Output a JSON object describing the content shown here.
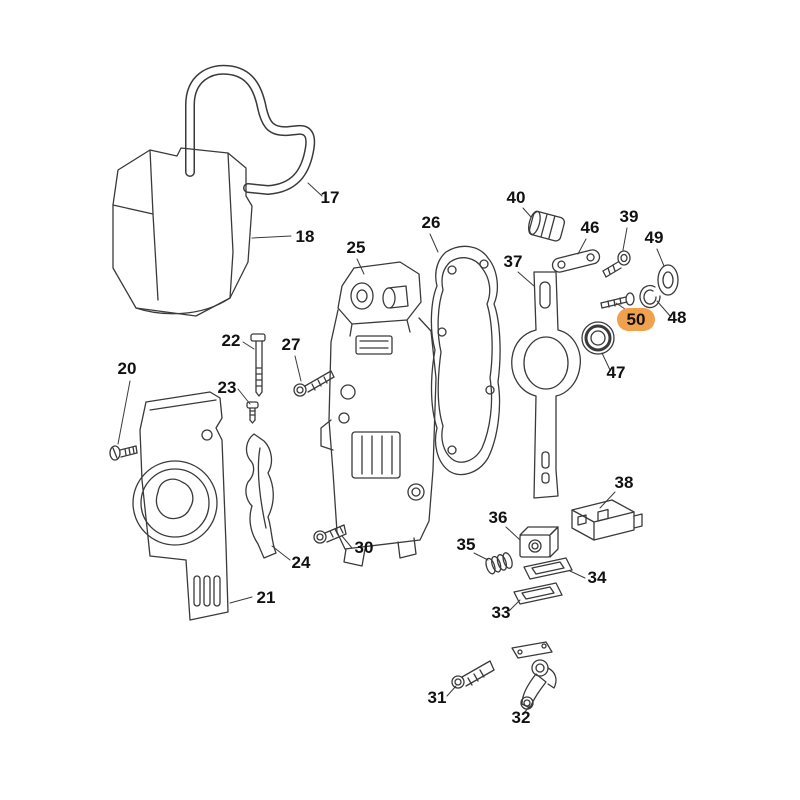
{
  "figure": {
    "type": "exploded-parts-diagram",
    "background": "#ffffff",
    "line_color": "#3a3a3a",
    "label_color": "#111111",
    "highlight_color": "#f0a14e",
    "highlighted_part": "50"
  },
  "parts": {
    "p17": "17",
    "p18": "18",
    "p20": "20",
    "p21": "21",
    "p22": "22",
    "p23": "23",
    "p24": "24",
    "p25": "25",
    "p26": "26",
    "p27": "27",
    "p30": "30",
    "p31": "31",
    "p32": "32",
    "p33": "33",
    "p34": "34",
    "p35": "35",
    "p36": "36",
    "p37": "37",
    "p38": "38",
    "p39": "39",
    "p40": "40",
    "p46": "46",
    "p47": "47",
    "p48": "48",
    "p49": "49",
    "p50": "50"
  }
}
